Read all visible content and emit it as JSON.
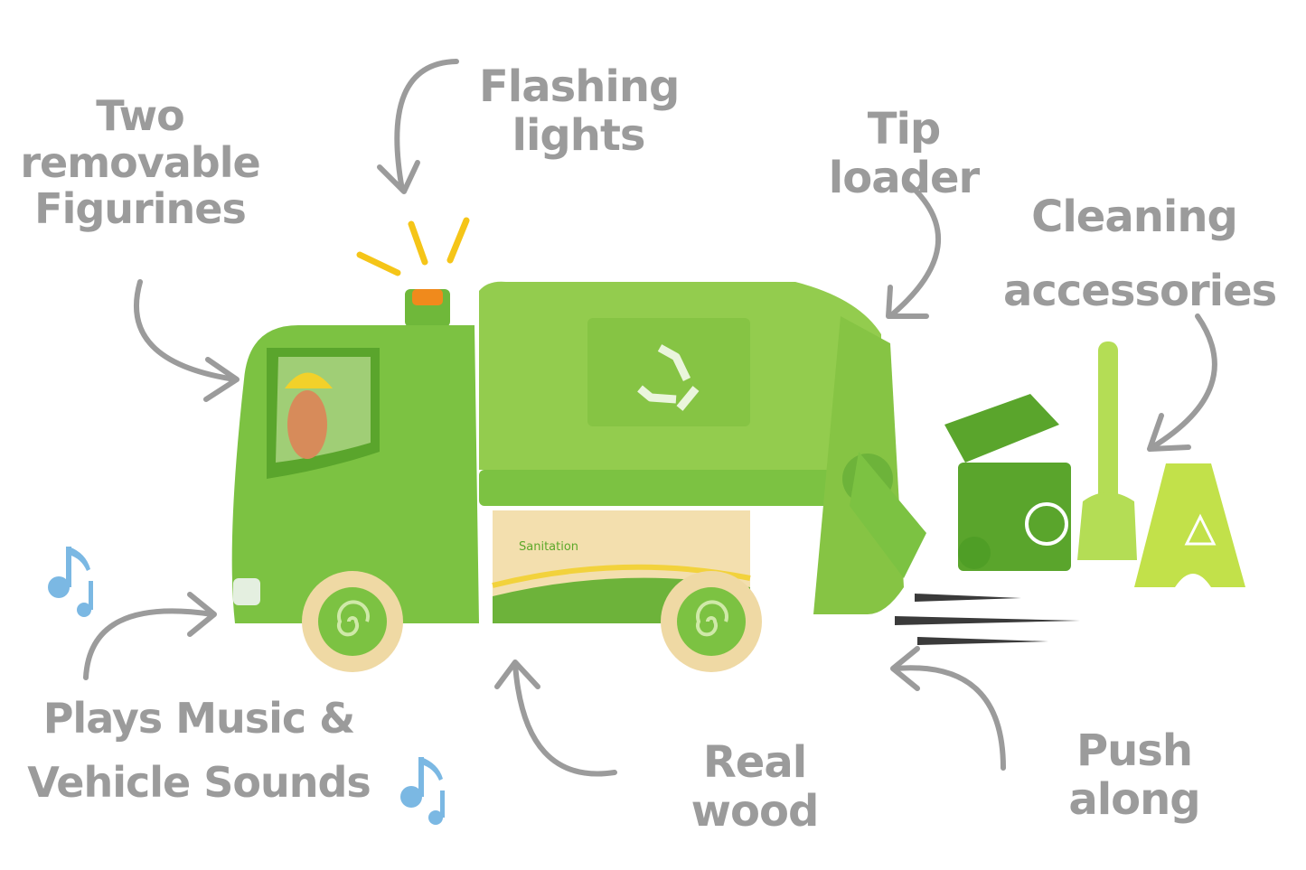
{
  "image": {
    "subject": "Green toy garbage truck with cleaning accessories",
    "truck_side_text": "Sanitation"
  },
  "callouts": {
    "figurines": "Two removable Figurines",
    "flashing_lights": "Flashing lights",
    "tip_loader": "Tip loader",
    "cleaning_accessories": "Cleaning accessories",
    "music": "Plays Music & Vehicle Sounds",
    "real_wood": "Real wood",
    "push_along": "Push along"
  },
  "colors": {
    "label_gray": "#9b9b9b",
    "truck_green": "#7cc242",
    "truck_dark_green": "#4f9e26",
    "light_green": "#b4dd55",
    "note_blue": "#7bb8e3",
    "light_orange": "#f08a1c",
    "ray_yellow": "#f5c518",
    "wood": "#f3dfae"
  }
}
